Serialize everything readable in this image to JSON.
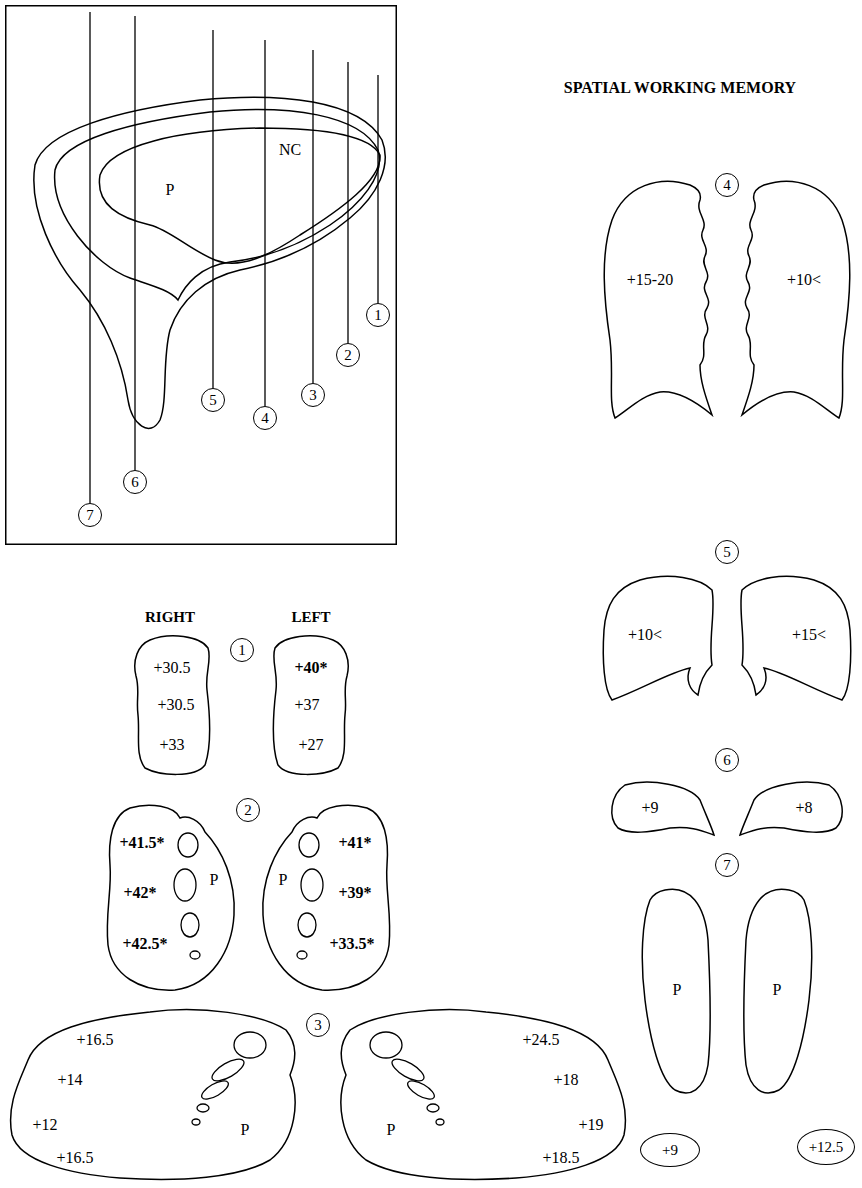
{
  "diagram": {
    "title": "SPATIAL WORKING MEMORY",
    "nodes": [
      {
        "text": [
          "P",
          "NC"
        ]
      },
      {
        "text": [
          "1"
        ],
        "in": 0
      },
      {
        "text": [
          "2"
        ],
        "in": 0
      },
      {
        "text": [
          "3"
        ],
        "in": 0
      },
      {
        "text": [
          "4"
        ],
        "in": 0
      },
      {
        "text": [
          "5"
        ],
        "in": 0
      },
      {
        "text": [
          "6"
        ],
        "in": 0
      },
      {
        "text": [
          "7"
        ],
        "in": 0
      },
      {
        "text": [
          "1"
        ]
      },
      {
        "text": [
          "+30.5",
          "+30.5",
          "+33"
        ]
      },
      {
        "text": [
          "+40*",
          "+37",
          "+27"
        ]
      },
      {
        "text": [
          "2"
        ]
      },
      {
        "text": [
          "+41.5*",
          "+42*",
          "+42.5*",
          "P"
        ]
      },
      {
        "text": [
          "P",
          "+41*",
          "+39*",
          "+33.5*"
        ]
      },
      {
        "text": [
          "3"
        ]
      },
      {
        "text": [
          "+16.5",
          "+14",
          "+12",
          "+16.5",
          "P"
        ]
      },
      {
        "text": [
          "P",
          "+24.5",
          "+18",
          "+19",
          "+18.5"
        ]
      },
      {
        "text": [
          "4"
        ]
      },
      {
        "text": [
          "+15-20"
        ]
      },
      {
        "text": [
          "+10<"
        ]
      },
      {
        "text": [
          "5"
        ]
      },
      {
        "text": [
          "+10<"
        ]
      },
      {
        "text": [
          "+15<"
        ]
      },
      {
        "text": [
          "6"
        ]
      },
      {
        "text": [
          "+9"
        ]
      },
      {
        "text": [
          "+8"
        ]
      },
      {
        "text": [
          "7"
        ]
      },
      {
        "text": [
          "P"
        ]
      },
      {
        "text": [
          "P"
        ]
      },
      {
        "text": [
          "+9"
        ]
      },
      {
        "text": [
          "+12.5"
        ]
      }
    ],
    "labels": [
      "RIGHT",
      "LEFT"
    ]
  }
}
